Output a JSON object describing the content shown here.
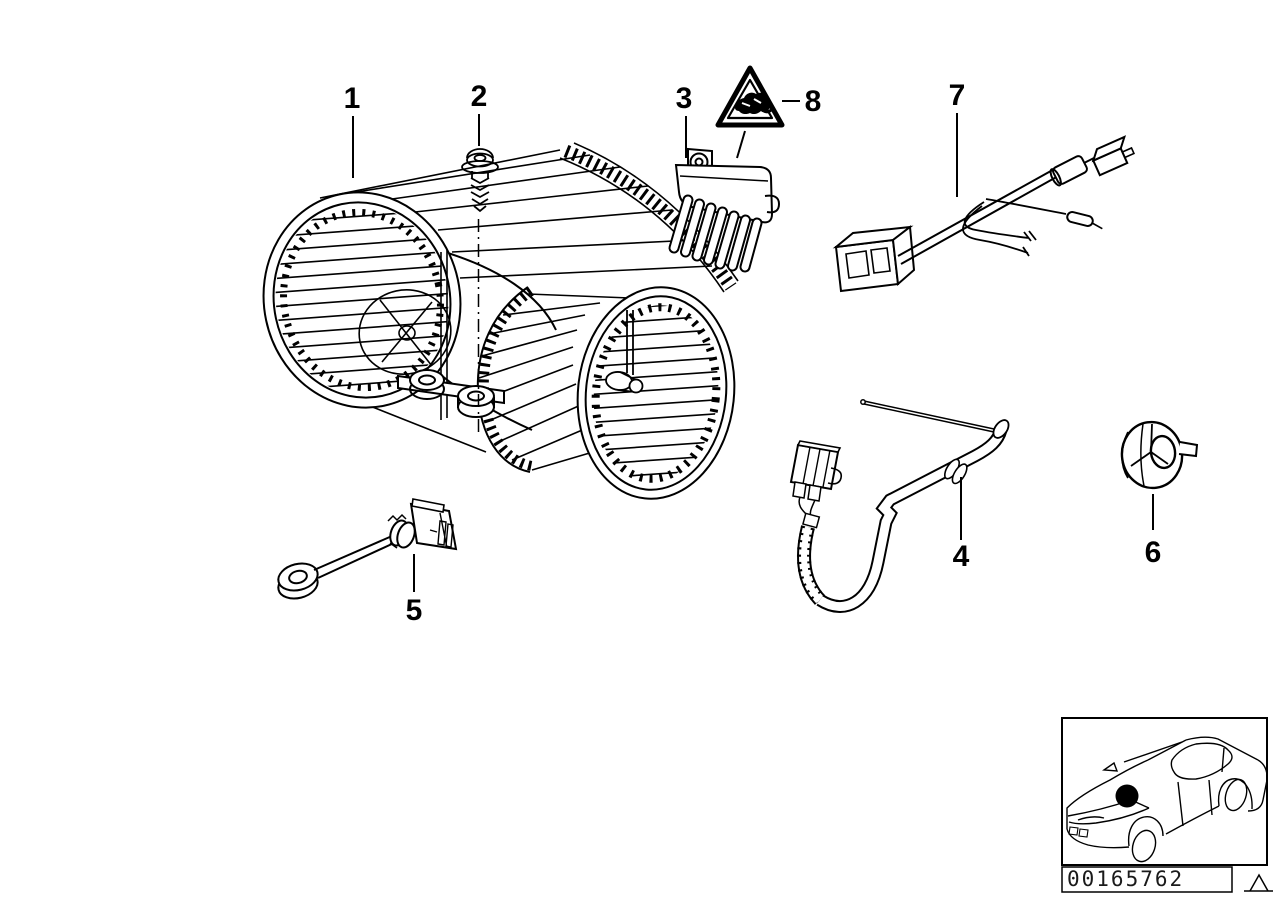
{
  "colors": {
    "background": "#ffffff",
    "line": "#000000"
  },
  "callouts": [
    {
      "label": "1"
    },
    {
      "label": "2"
    },
    {
      "label": "3"
    },
    {
      "label": "4"
    },
    {
      "label": "5"
    },
    {
      "label": "6"
    },
    {
      "label": "7"
    },
    {
      "label": "8"
    }
  ],
  "hazard_symbol": {
    "icon": "crush-hazard-warning-triangle"
  },
  "footer": {
    "image_number": "00165762",
    "warning_icon": "triangle-outline",
    "car_thumbnail_icon": "sedan-three-quarter-view",
    "location_marker_icon": "filled-dot"
  }
}
